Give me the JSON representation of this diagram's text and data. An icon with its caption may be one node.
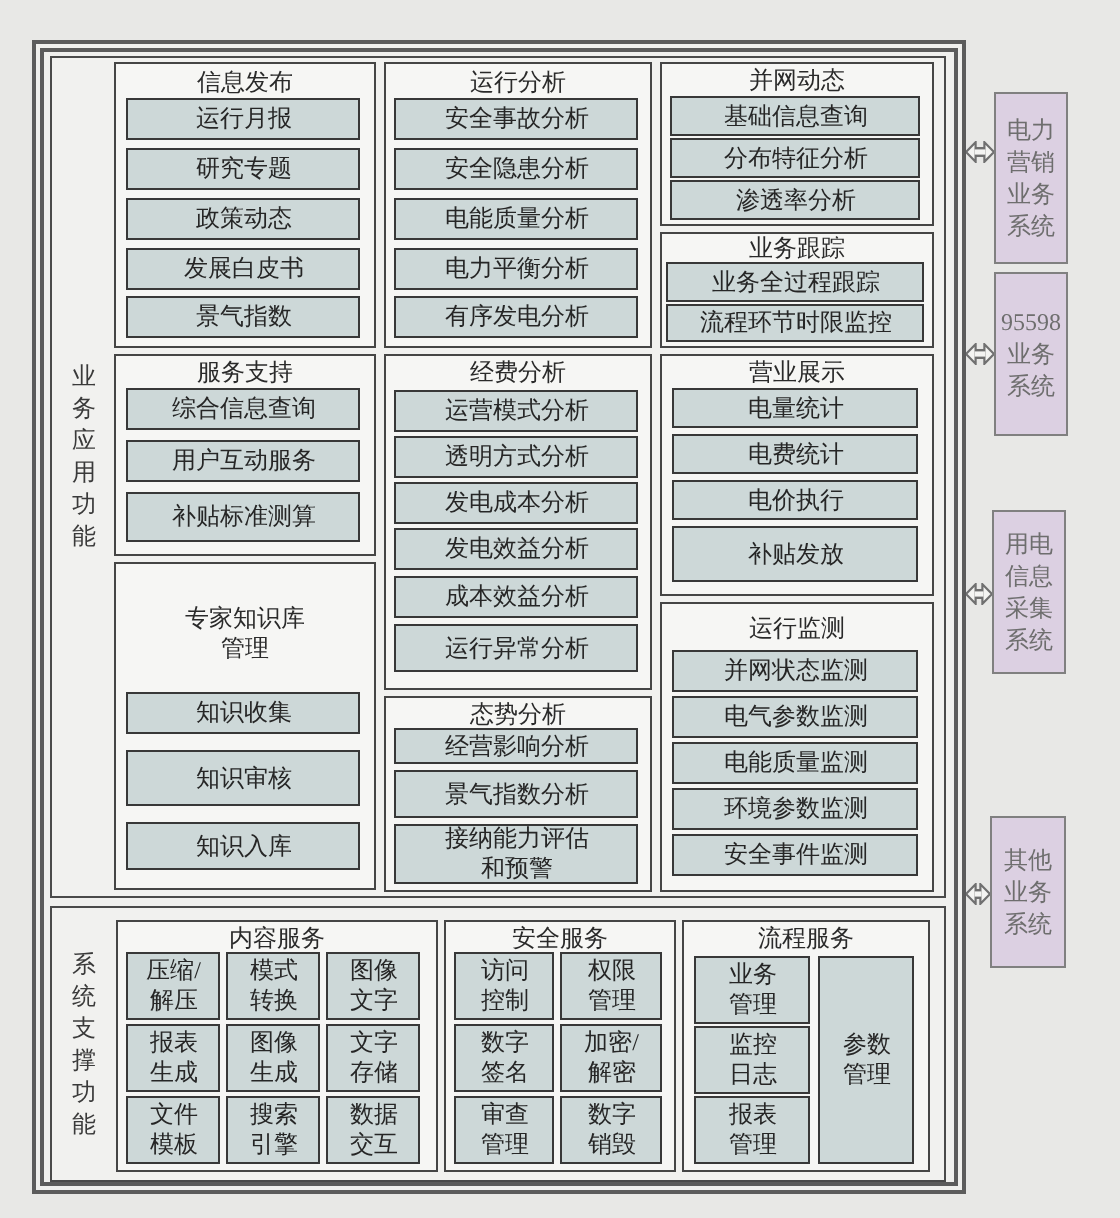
{
  "diagram": {
    "nodes": [
      {
        "text": [],
        "shape": "box"
      },
      {
        "text": [
          "业务应用功能"
        ],
        "in": 0
      },
      {
        "text": [
          "信息发布"
        ],
        "in": 1
      },
      {
        "text": [
          "运行月报"
        ],
        "in": 2
      },
      {
        "text": [
          "研究专题"
        ],
        "in": 2
      },
      {
        "text": [
          "政策动态"
        ],
        "in": 2
      },
      {
        "text": [
          "发展白皮书"
        ],
        "in": 2
      },
      {
        "text": [
          "景气指数"
        ],
        "in": 2
      },
      {
        "text": [
          "运行分析"
        ],
        "in": 1
      },
      {
        "text": [
          "安全事故分析"
        ],
        "in": 8
      },
      {
        "text": [
          "安全隐患分析"
        ],
        "in": 8
      },
      {
        "text": [
          "电能质量分析"
        ],
        "in": 8
      },
      {
        "text": [
          "电力平衡分析"
        ],
        "in": 8
      },
      {
        "text": [
          "有序发电分析"
        ],
        "in": 8
      },
      {
        "text": [
          "并网动态"
        ],
        "in": 1
      },
      {
        "text": [
          "基础信息查询"
        ],
        "in": 14
      },
      {
        "text": [
          "分布特征分析"
        ],
        "in": 14
      },
      {
        "text": [
          "渗透率分析"
        ],
        "in": 14
      },
      {
        "text": [
          "业务跟踪"
        ],
        "in": 1
      },
      {
        "text": [
          "业务全过程跟踪"
        ],
        "in": 18
      },
      {
        "text": [
          "流程环节时限监控"
        ],
        "in": 18
      },
      {
        "text": [
          "服务支持"
        ],
        "in": 1
      },
      {
        "text": [
          "综合信息查询"
        ],
        "in": 21
      },
      {
        "text": [
          "用户互动服务"
        ],
        "in": 21
      },
      {
        "text": [
          "补贴标准测算"
        ],
        "in": 21
      },
      {
        "text": [
          "经费分析"
        ],
        "in": 1
      },
      {
        "text": [
          "运营模式分析"
        ],
        "in": 25
      },
      {
        "text": [
          "透明方式分析"
        ],
        "in": 25
      },
      {
        "text": [
          "发电成本分析"
        ],
        "in": 25
      },
      {
        "text": [
          "发电效益分析"
        ],
        "in": 25
      },
      {
        "text": [
          "成本效益分析"
        ],
        "in": 25
      },
      {
        "text": [
          "运行异常分析"
        ],
        "in": 25
      },
      {
        "text": [
          "营业展示"
        ],
        "in": 1
      },
      {
        "text": [
          "电量统计"
        ],
        "in": 32
      },
      {
        "text": [
          "电费统计"
        ],
        "in": 32
      },
      {
        "text": [
          "电价执行"
        ],
        "in": 32
      },
      {
        "text": [
          "补贴发放"
        ],
        "in": 32
      },
      {
        "text": [
          "专家知识库管理"
        ],
        "in": 1
      },
      {
        "text": [
          "知识收集"
        ],
        "in": 37
      },
      {
        "text": [
          "知识审核"
        ],
        "in": 37
      },
      {
        "text": [
          "知识入库"
        ],
        "in": 37
      },
      {
        "text": [
          "态势分析"
        ],
        "in": 1
      },
      {
        "text": [
          "经营影响分析"
        ],
        "in": 41
      },
      {
        "text": [
          "景气指数分析"
        ],
        "in": 41
      },
      {
        "text": [
          "接纳能力评估和预警"
        ],
        "in": 41
      },
      {
        "text": [
          "运行监测"
        ],
        "in": 1
      },
      {
        "text": [
          "并网状态监测"
        ],
        "in": 45
      },
      {
        "text": [
          "电气参数监测"
        ],
        "in": 45
      },
      {
        "text": [
          "电能质量监测"
        ],
        "in": 45
      },
      {
        "text": [
          "环境参数监测"
        ],
        "in": 45
      },
      {
        "text": [
          "安全事件监测"
        ],
        "in": 45
      },
      {
        "text": [
          "系统支撑功能"
        ],
        "in": 0
      },
      {
        "text": [
          "内容服务"
        ],
        "in": 51
      },
      {
        "text": [
          "压缩/解压"
        ],
        "in": 52
      },
      {
        "text": [
          "模式转换"
        ],
        "in": 52
      },
      {
        "text": [
          "图像文字"
        ],
        "in": 52
      },
      {
        "text": [
          "报表生成"
        ],
        "in": 52
      },
      {
        "text": [
          "图像生成"
        ],
        "in": 52
      },
      {
        "text": [
          "文字存储"
        ],
        "in": 52
      },
      {
        "text": [
          "文件模板"
        ],
        "in": 52
      },
      {
        "text": [
          "搜索引擎"
        ],
        "in": 52
      },
      {
        "text": [
          "数据交互"
        ],
        "in": 52
      },
      {
        "text": [
          "安全服务"
        ],
        "in": 51
      },
      {
        "text": [
          "访问控制"
        ],
        "in": 62
      },
      {
        "text": [
          "权限管理"
        ],
        "in": 62
      },
      {
        "text": [
          "数字签名"
        ],
        "in": 62
      },
      {
        "text": [
          "加密/解密"
        ],
        "in": 62
      },
      {
        "text": [
          "审查管理"
        ],
        "in": 62
      },
      {
        "text": [
          "数字销毁"
        ],
        "in": 62
      },
      {
        "text": [
          "流程服务"
        ],
        "in": 51
      },
      {
        "text": [
          "业务管理"
        ],
        "in": 69
      },
      {
        "text": [
          "监控日志"
        ],
        "in": 69
      },
      {
        "text": [
          "报表管理"
        ],
        "in": 69
      },
      {
        "text": [
          "参数管理"
        ],
        "in": 69
      },
      {
        "text": [
          "电力营销业务系统"
        ]
      },
      {
        "text": [
          "95598业务系统"
        ]
      },
      {
        "text": [
          "用电信息采集系统"
        ]
      },
      {
        "text": [
          "其他业务系统"
        ]
      }
    ],
    "edges": [
      {
        "from": 0,
        "to": 74,
        "arrow": "both"
      },
      {
        "from": 0,
        "to": 75,
        "arrow": "both"
      },
      {
        "from": 0,
        "to": 76,
        "arrow": "both"
      },
      {
        "from": 0,
        "to": 77,
        "arrow": "both"
      }
    ]
  }
}
